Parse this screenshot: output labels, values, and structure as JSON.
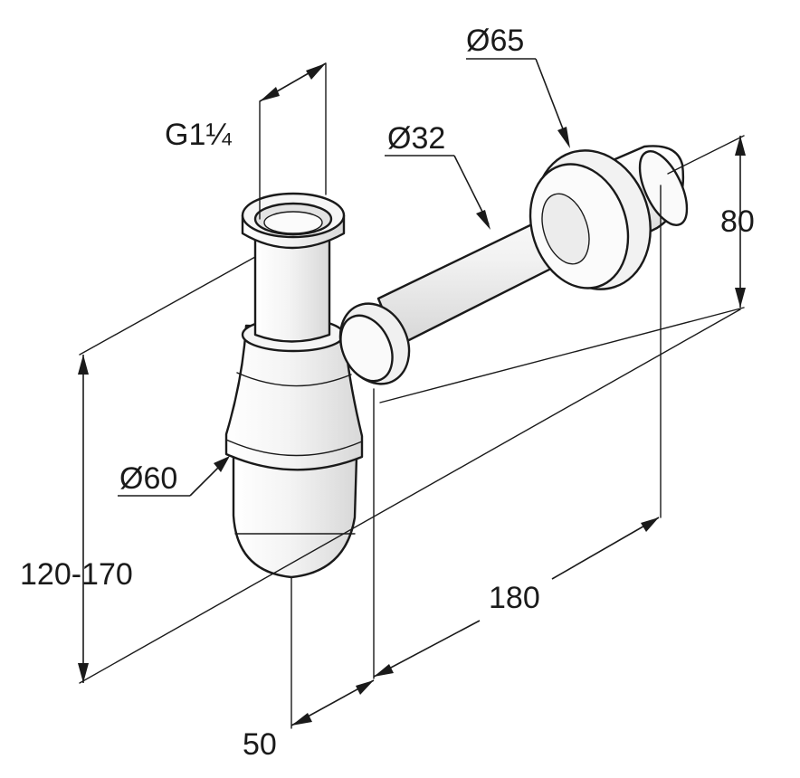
{
  "labels": {
    "thread": "G1¼",
    "pipe_diameter": "Ø32",
    "rosette_diameter": "Ø65",
    "body_diameter": "Ø60",
    "height_range": "120-170",
    "wall_offset": "80",
    "length": "180",
    "body_offset": "50"
  },
  "colors": {
    "line": "#1a1a1a",
    "background": "#ffffff"
  }
}
